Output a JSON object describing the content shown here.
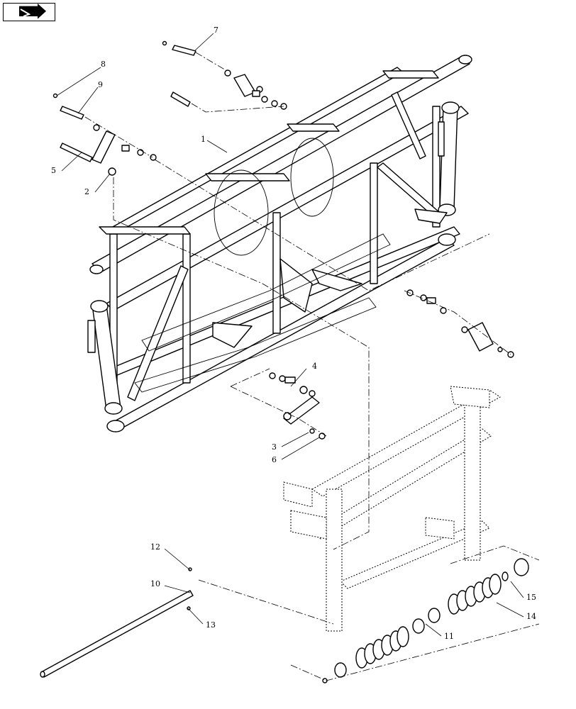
{
  "nav": {
    "icon": "arrow-right-icon"
  },
  "callouts": {
    "c1": "1",
    "c2": "2",
    "c3": "3",
    "c4": "4",
    "c5": "5",
    "c6": "6",
    "c7": "7",
    "c8": "8",
    "c9": "9",
    "c10": "10",
    "c11": "11",
    "c12": "12",
    "c13": "13",
    "c14": "14",
    "c15": "15"
  }
}
